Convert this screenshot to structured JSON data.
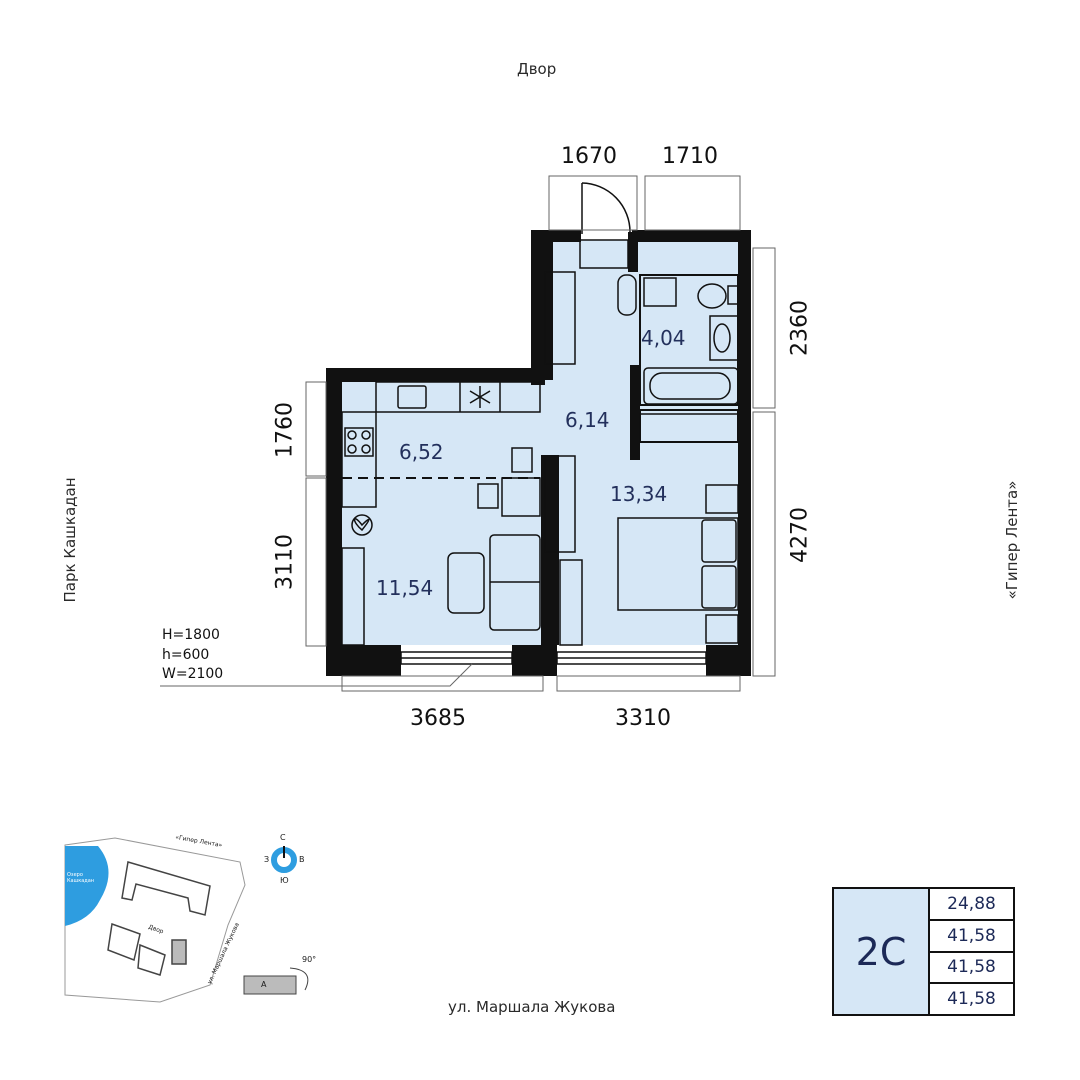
{
  "labels": {
    "top": "Двор",
    "left": "Парк Кашкадан",
    "right": "«Гипер Лента»",
    "bottom": "ул. Маршала Жукова"
  },
  "dimensions": {
    "top_left": "1670",
    "top_right": "1710",
    "right_upper": "2360",
    "right_lower": "4270",
    "left_upper": "1760",
    "left_lower": "3110",
    "bottom_left": "3685",
    "bottom_right": "3310"
  },
  "rooms": {
    "bath": "4,04",
    "hall": "6,14",
    "kitchen": "6,52",
    "bedroom": "13,34",
    "living": "11,54"
  },
  "opening": {
    "h_upper": "H=1800",
    "h_lower": "h=600",
    "width": "W=2100"
  },
  "mini_map": {
    "lake": "Озеро Кашкадан",
    "store": "«Гипер Лента»",
    "yard": "Двор",
    "street": "ул. Маршала Жукова",
    "section": "А",
    "angle": "90°",
    "compass": {
      "n": "С",
      "s": "Ю",
      "w": "З",
      "e": "В"
    }
  },
  "summary": {
    "type": "2С",
    "values": [
      "24,88",
      "41,58",
      "41,58",
      "41,58"
    ]
  },
  "colors": {
    "floor": "#d6e7f6",
    "wall": "#111111",
    "accent": "#1c2957",
    "lake": "#2e9de0"
  }
}
